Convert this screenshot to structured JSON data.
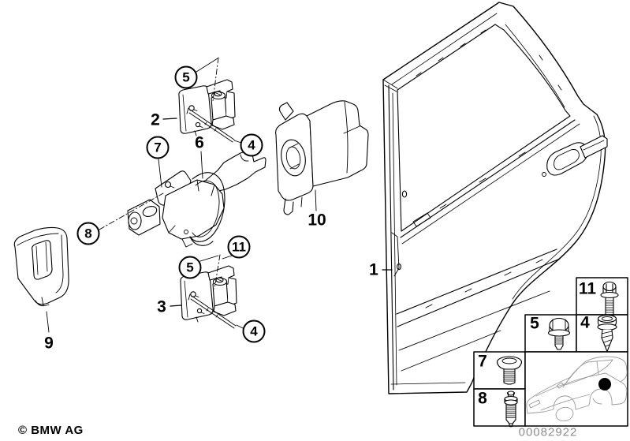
{
  "diagram": {
    "type": "exploded-parts-diagram",
    "subject": "Rear door - hinge and door brake"
  },
  "callouts": {
    "upper_hinge_pin_bolt": "5",
    "upper_hinge_screw": "4",
    "door_brake_bracket_screw": "7",
    "door_brake_pin": "8",
    "lower_hinge_bolt": "11",
    "lower_hinge_pin_bolt": "5",
    "lower_hinge_screw": "4"
  },
  "part_labels": {
    "rear_door": "1",
    "upper_hinge": "2",
    "lower_hinge": "3",
    "door_brake": "6",
    "cover": "9",
    "lock_actuator": "10"
  },
  "legend": {
    "cells": [
      {
        "number": "11",
        "icon": "hex-flange-bolt-long-icon"
      },
      {
        "number": "5",
        "icon": "hex-flange-bolt-short-icon"
      },
      {
        "number": "4",
        "icon": "self-tapping-screw-icon"
      },
      {
        "number": "7",
        "icon": "round-head-screw-icon"
      },
      {
        "number": "8",
        "icon": "stud-bolt-icon"
      }
    ],
    "car_marker": "rear-door-location-dot"
  },
  "footer": {
    "copyright": "© BMW AG",
    "drawing_number": "00082922"
  },
  "colors": {
    "line": "#000000",
    "car_outline": "#999999",
    "drawing_number_gray": "#8c8c8c",
    "background": "#ffffff"
  }
}
